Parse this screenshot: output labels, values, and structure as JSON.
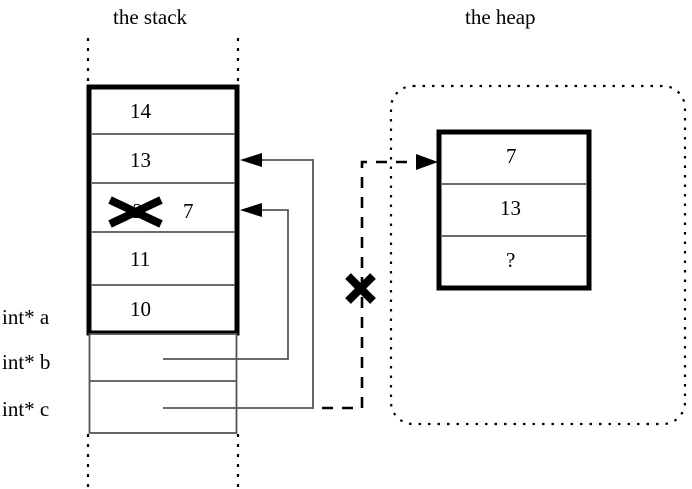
{
  "figure": {
    "type": "memory-diagram",
    "titles": {
      "stack": "the stack",
      "heap": "the heap"
    },
    "colors": {
      "ink": "#000000",
      "background": "#ffffff",
      "thin_line": "#555555"
    }
  },
  "stack": {
    "title": "the stack",
    "frame_cells": [
      {
        "id": "cell-14",
        "value": "14",
        "struck": false
      },
      {
        "id": "cell-13",
        "value": "13",
        "struck": false
      },
      {
        "id": "cell-12",
        "value": "12",
        "struck": true,
        "new_value": "7"
      },
      {
        "id": "cell-11",
        "value": "11",
        "struck": false
      },
      {
        "id": "cell-10",
        "value": "10",
        "struck": false
      }
    ],
    "variables": [
      {
        "id": "var-a",
        "label": "int* a",
        "value": ""
      },
      {
        "id": "var-b",
        "label": "int* b",
        "value": ""
      },
      {
        "id": "var-c",
        "label": "int* c",
        "value": ""
      }
    ]
  },
  "heap": {
    "title": "the heap",
    "cells": [
      {
        "id": "heap-cell-0",
        "value": "7"
      },
      {
        "id": "heap-cell-1",
        "value": "13"
      },
      {
        "id": "heap-cell-2",
        "value": "?"
      }
    ]
  },
  "pointers": [
    {
      "id": "pointer-b-to-cell-7",
      "from": "int* b",
      "to": "cell-12",
      "style": "solid",
      "arrow": "left"
    },
    {
      "id": "pointer-c-to-cell-13",
      "from": "int* c",
      "to": "cell-13",
      "style": "solid",
      "arrow": "left"
    },
    {
      "id": "pointer-c-to-heap",
      "from": "int* c",
      "to": "heap-cell-0",
      "style": "dashed",
      "arrow": "right",
      "invalidated": true
    }
  ],
  "annotations": [
    {
      "id": "strikeout-cell-12",
      "kind": "x-mark",
      "target": "cell-12"
    },
    {
      "id": "strikeout-heap-pointer",
      "kind": "x-mark",
      "target": "pointer-c-to-heap"
    }
  ]
}
